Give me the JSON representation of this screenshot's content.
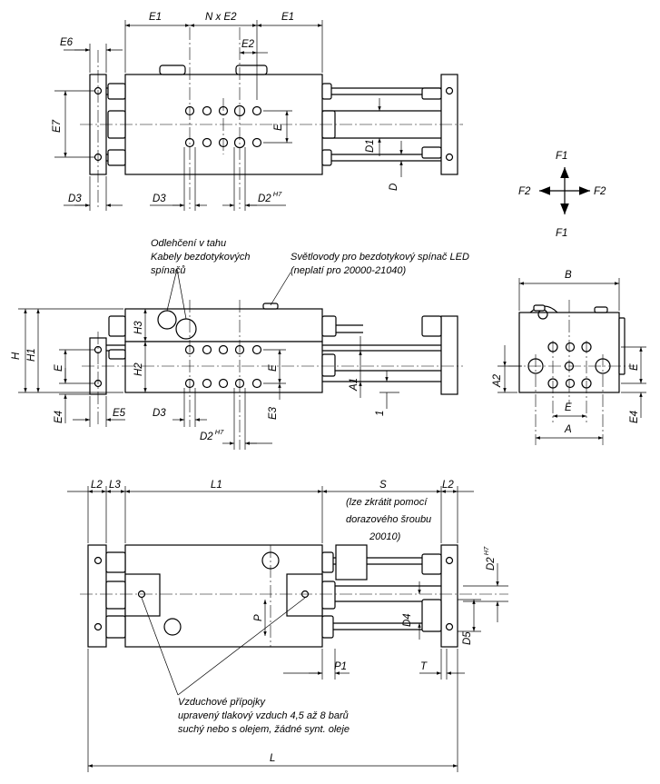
{
  "labels": {
    "E1": "E1",
    "NxE2": "N x E2",
    "E2": "E2",
    "E6": "E6",
    "E7": "E7",
    "E": "E",
    "D1": "D1",
    "D": "D",
    "D3": "D3",
    "D2": "D2",
    "H7": "H7",
    "F1": "F1",
    "F2": "F2",
    "H": "H",
    "H1": "H1",
    "H2": "H2",
    "H3": "H3",
    "E3": "E3",
    "E4": "E4",
    "E5": "E5",
    "A": "A",
    "A1": "A1",
    "A2": "A2",
    "B": "B",
    "one": "1",
    "L": "L",
    "L1": "L1",
    "L2": "L2",
    "L3": "L3",
    "S": "S",
    "P": "P",
    "P1": "P1",
    "T": "T",
    "D4": "D4",
    "D5": "D5"
  },
  "notes": {
    "strain_relief": [
      "Odlehčení v tahu",
      "Kabely bezdotykových",
      "spínačů"
    ],
    "light_guides": [
      "Světlovody pro bezdotykový spínač LED",
      "(neplatí pro 20000-21040)"
    ],
    "stroke_note": [
      "(lze zkrátit pomocí",
      "dorazového šroubu",
      "20010)"
    ],
    "air_connections": [
      "Vzduchové přípojky",
      "upravený tlakový vzduch 4,5 až 8 barů",
      "suchý nebo s olejem, žádné synt. oleje"
    ]
  }
}
